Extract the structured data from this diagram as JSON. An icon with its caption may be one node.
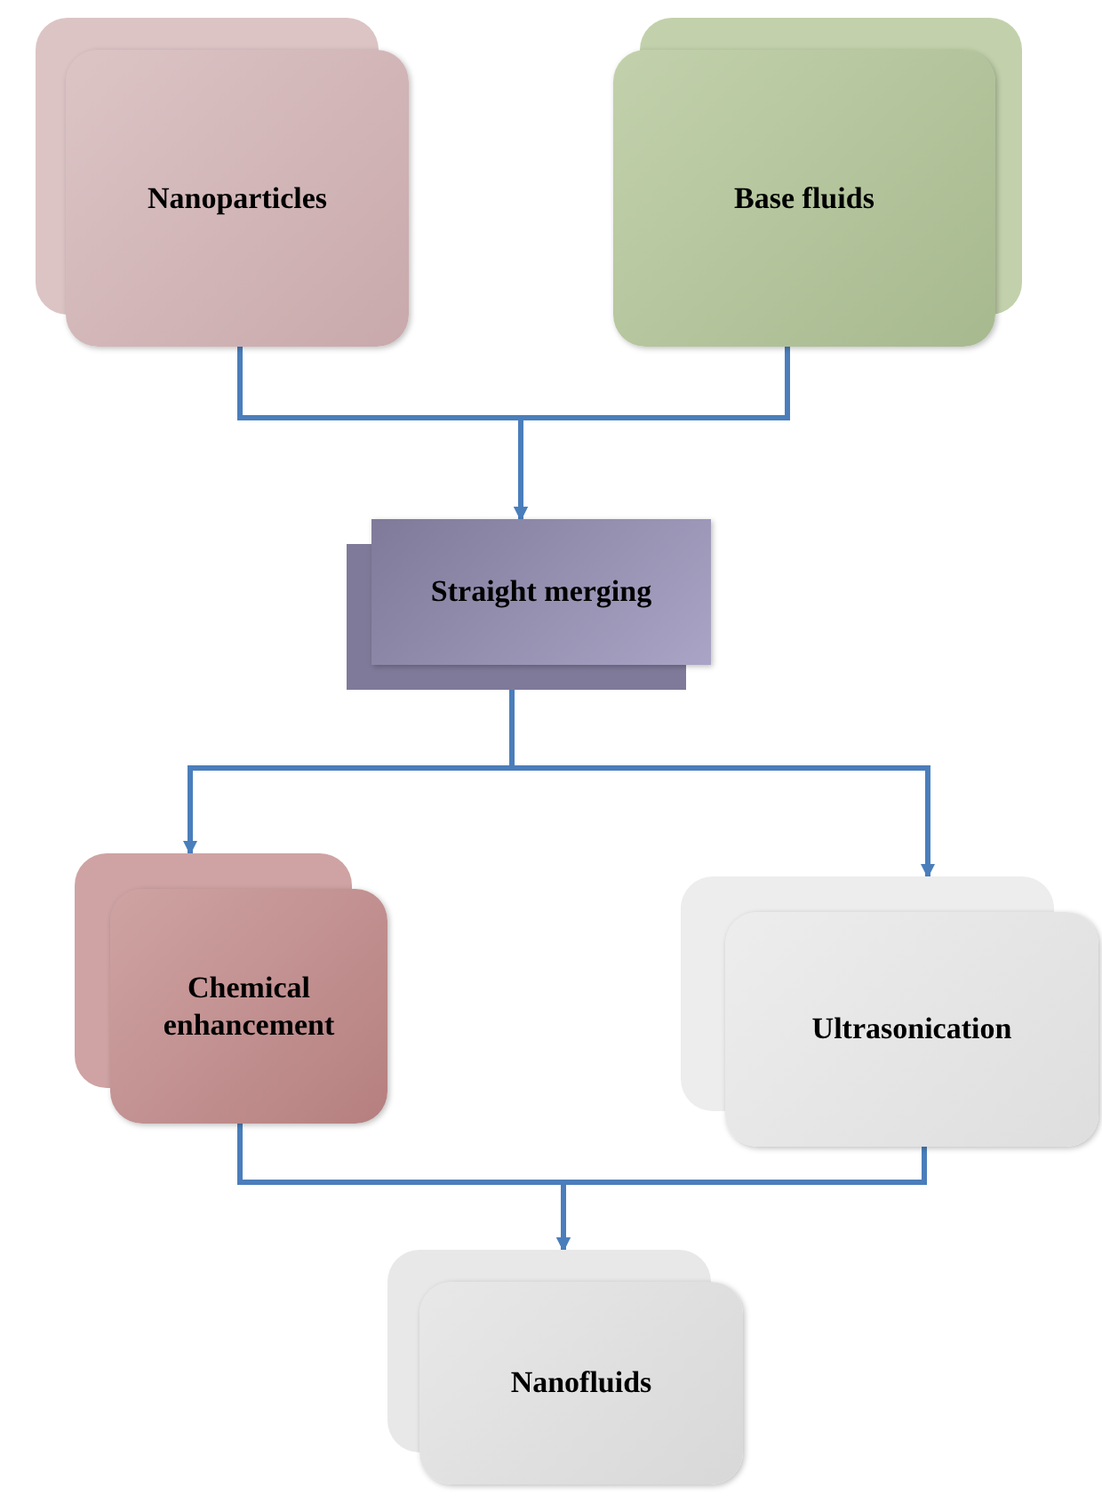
{
  "diagram": {
    "nodes": [
      {
        "text": [
          "Nanoparticles"
        ]
      },
      {
        "text": [
          "Base fluids"
        ]
      },
      {
        "text": [
          "Straight merging"
        ]
      },
      {
        "text": [
          "Chemical enhancement"
        ]
      },
      {
        "text": [
          "Ultrasonication"
        ]
      },
      {
        "text": [
          "Nanofluids"
        ]
      }
    ],
    "edges": [
      {
        "from": 0,
        "to": 2,
        "arrow": "to"
      },
      {
        "from": 1,
        "to": 2,
        "arrow": "to"
      },
      {
        "from": 2,
        "to": 3,
        "arrow": "to"
      },
      {
        "from": 2,
        "to": 4,
        "arrow": "to"
      },
      {
        "from": 3,
        "to": 5,
        "arrow": "to"
      },
      {
        "from": 4,
        "to": 5,
        "arrow": "to"
      }
    ]
  }
}
